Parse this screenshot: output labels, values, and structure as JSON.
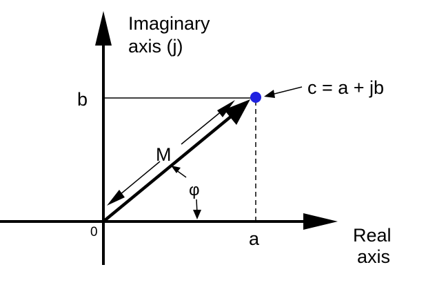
{
  "diagram": {
    "imag_axis_label_line1": "Imaginary",
    "imag_axis_label_line2": "axis (j)",
    "real_axis_label_line1": "Real",
    "real_axis_label_line2": "axis",
    "origin_label": "0",
    "b_label": "b",
    "a_label": "a",
    "magnitude_label": "M",
    "angle_label": "φ",
    "point_label": "c =  a + jb",
    "point_color": "#1f22e0",
    "line_color": "#000000"
  }
}
